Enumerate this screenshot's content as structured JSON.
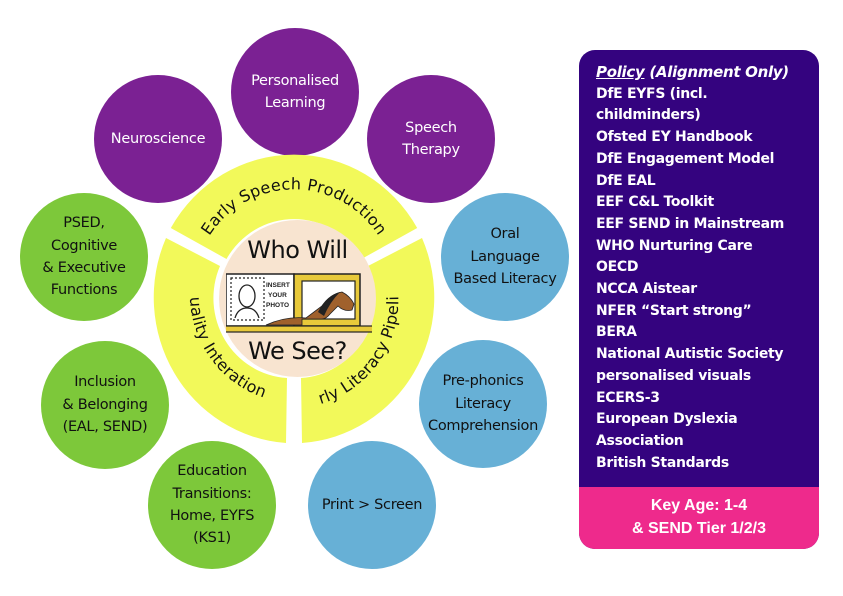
{
  "outer_circles": {
    "personalised_learning": [
      "Personalised",
      "Learning"
    ],
    "neuroscience": [
      "Neuroscience"
    ],
    "speech_therapy": [
      "Speech",
      "Therapy"
    ],
    "psed": [
      "PSED,",
      "Cognitive",
      "& Executive",
      "Functions"
    ],
    "inclusion": [
      "Inclusion",
      "& Belonging",
      "(EAL, SEND)"
    ],
    "education_transitions": [
      "Education",
      "Transitions:",
      "Home, EYFS",
      "(KS1)"
    ],
    "print_screen": [
      "Print > Screen"
    ],
    "pre_phonics": [
      "Pre-phonics",
      "Literacy",
      "Comprehension"
    ],
    "oral_language": [
      "Oral",
      "Language",
      "Based Literacy"
    ]
  },
  "ring_segments": {
    "top": "Early Speech Production",
    "left": "Quality Interations",
    "right": "Early Literacy Pipeline"
  },
  "center": {
    "title_top": "Who Will",
    "title_bottom": "We See?",
    "photo_placeholder": [
      "INSERT",
      "YOUR",
      "PHOTO"
    ]
  },
  "policy": {
    "heading_underlined": "Policy",
    "heading_rest": " (Alignment Only)",
    "items": [
      "DfE EYFS (incl.",
      "childminders)",
      "Ofsted EY Handbook",
      "DfE Engagement Model",
      "DfE EAL",
      "EEF C&L Toolkit",
      "EEF SEND in Mainstream",
      "WHO Nurturing Care",
      "OECD",
      "NCCA Aistear",
      "NFER “Start strong”",
      "BERA",
      "National Autistic Society",
      "personalised visuals",
      "ECERS-3",
      "European Dyslexia",
      "Association",
      "British Standards"
    ],
    "footer_line1": "Key Age: 1-4",
    "footer_line2": "& SEND Tier 1/2/3"
  },
  "colors": {
    "purple": "#7b2193",
    "green": "#7dc83a",
    "blue": "#67b0d6",
    "ring_yellow": "#f2f95a",
    "center_beige": "#f8e4d0",
    "policy_bg": "#34037f",
    "policy_footer": "#ee2a8c"
  }
}
